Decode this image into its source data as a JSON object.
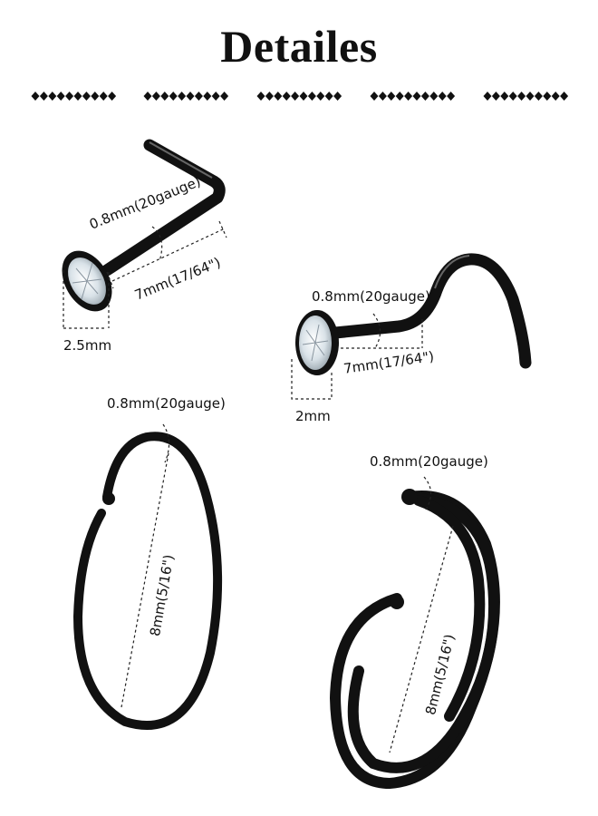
{
  "title": "Detailes",
  "colors": {
    "metal": "#0f0f10",
    "metal_highlight": "#5a5a60",
    "stone": "#e8eef2",
    "dim_line": "#222222"
  },
  "items": [
    {
      "name": "L-shape nose stud",
      "gauge": "0.8mm(20gauge)",
      "length": "7mm(17/64\")",
      "stone": "2.5mm"
    },
    {
      "name": "screw nose stud",
      "gauge": "0.8mm(20gauge)",
      "length": "7mm(17/64\")",
      "stone": "2mm"
    },
    {
      "name": "open hoop",
      "gauge": "0.8mm(20gauge)",
      "diameter": "8mm(5/16\")"
    },
    {
      "name": "spiral hoop",
      "gauge": "0.8mm(20gauge)",
      "diameter": "8mm(5/16\")"
    }
  ]
}
